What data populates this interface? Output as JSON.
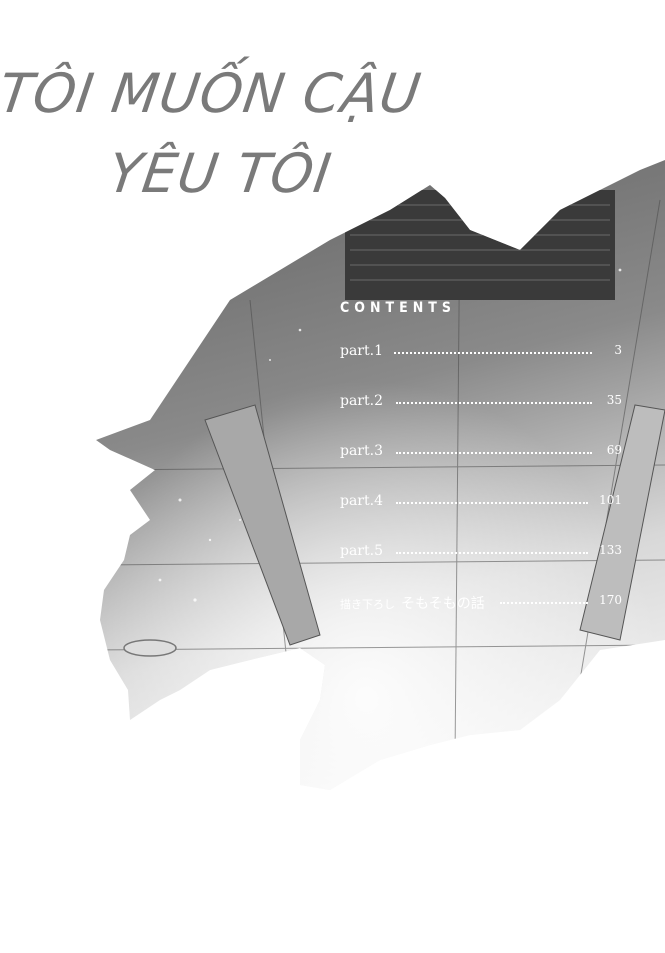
{
  "title": {
    "line1": "TÔI MUỐN CẬU",
    "line2": "YÊU TÔI"
  },
  "contents": {
    "heading": "CONTENTS",
    "entries": [
      {
        "label": "part.1",
        "page": "3"
      },
      {
        "label": "part.2",
        "page": "35"
      },
      {
        "label": "part.3",
        "page": "69"
      },
      {
        "label": "part.4",
        "page": "101"
      },
      {
        "label": "part.5",
        "page": "133"
      },
      {
        "prefix": "描き下ろし",
        "label": "そもそもの話",
        "page": "170"
      }
    ]
  },
  "colors": {
    "title": "#7a7a7a",
    "illustration_dark": "#6e6e6e",
    "illustration_light": "#f2f2f2",
    "toc_text": "#ffffff"
  }
}
